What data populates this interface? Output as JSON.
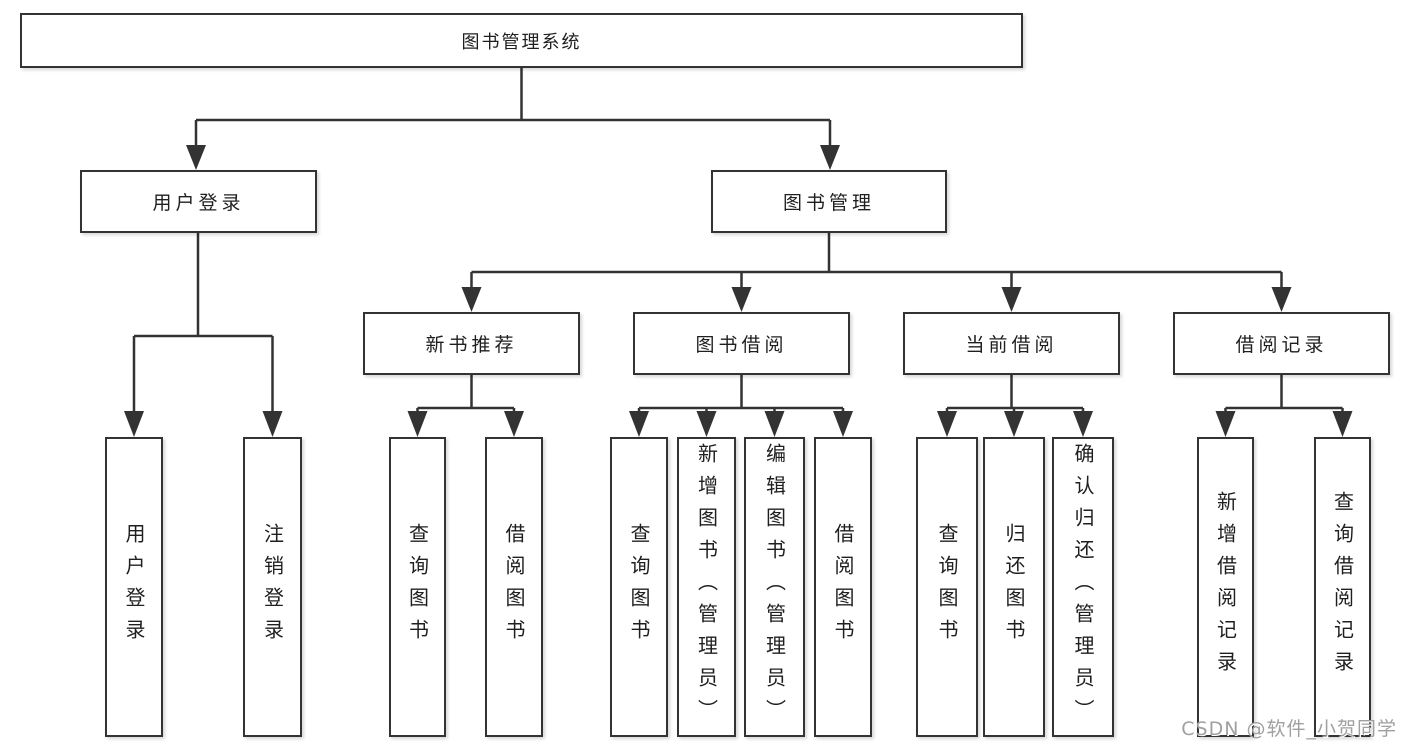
{
  "tree": {
    "label": "图书管理系统",
    "children": [
      {
        "label": "用户登录",
        "children": [
          {
            "label": "用户登录"
          },
          {
            "label": "注销登录"
          }
        ]
      },
      {
        "label": "图书管理",
        "children": [
          {
            "label": "新书推荐",
            "children": [
              {
                "label": "查询图书"
              },
              {
                "label": "借阅图书"
              }
            ]
          },
          {
            "label": "图书借阅",
            "children": [
              {
                "label": "查询图书"
              },
              {
                "label": "新增图书（管理员）"
              },
              {
                "label": "编辑图书（管理员）"
              },
              {
                "label": "借阅图书"
              }
            ]
          },
          {
            "label": "当前借阅",
            "children": [
              {
                "label": "查询图书"
              },
              {
                "label": "归还图书"
              },
              {
                "label": "确认归还（管理员）"
              }
            ]
          },
          {
            "label": "借阅记录",
            "children": [
              {
                "label": "新增借阅记录"
              },
              {
                "label": "查询借阅记录"
              }
            ]
          }
        ]
      }
    ]
  },
  "watermark": {
    "text": "CSDN @软件_小贺同学"
  },
  "colors": {
    "line": "#333333",
    "box_border": "#333333",
    "text": "#1f1f1f",
    "watermark": "#a0a0a0",
    "background": "#ffffff"
  }
}
